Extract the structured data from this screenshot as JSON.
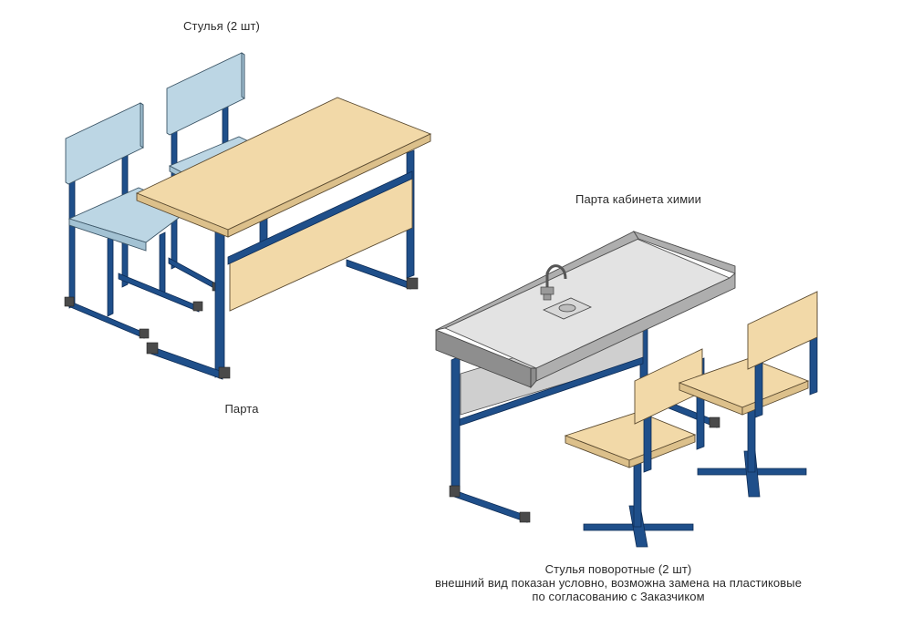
{
  "labels": {
    "chairs": "Стулья (2 шт)",
    "desk": "Парта",
    "chem_desk": "Парта кабинета химии",
    "swivel_line1": "Стулья поворотные (2 шт)",
    "swivel_line2": "внешний вид показан условно, возможна замена на пластиковые",
    "swivel_line3": "по согласованию с Заказчиком"
  },
  "colors": {
    "frame_blue": "#1f4f8a",
    "wood": "#f2d9a8",
    "chair_light_blue": "#b9d3e2",
    "steel_grey": "#a9a9a9",
    "top_grey": "#e6e6e6"
  }
}
